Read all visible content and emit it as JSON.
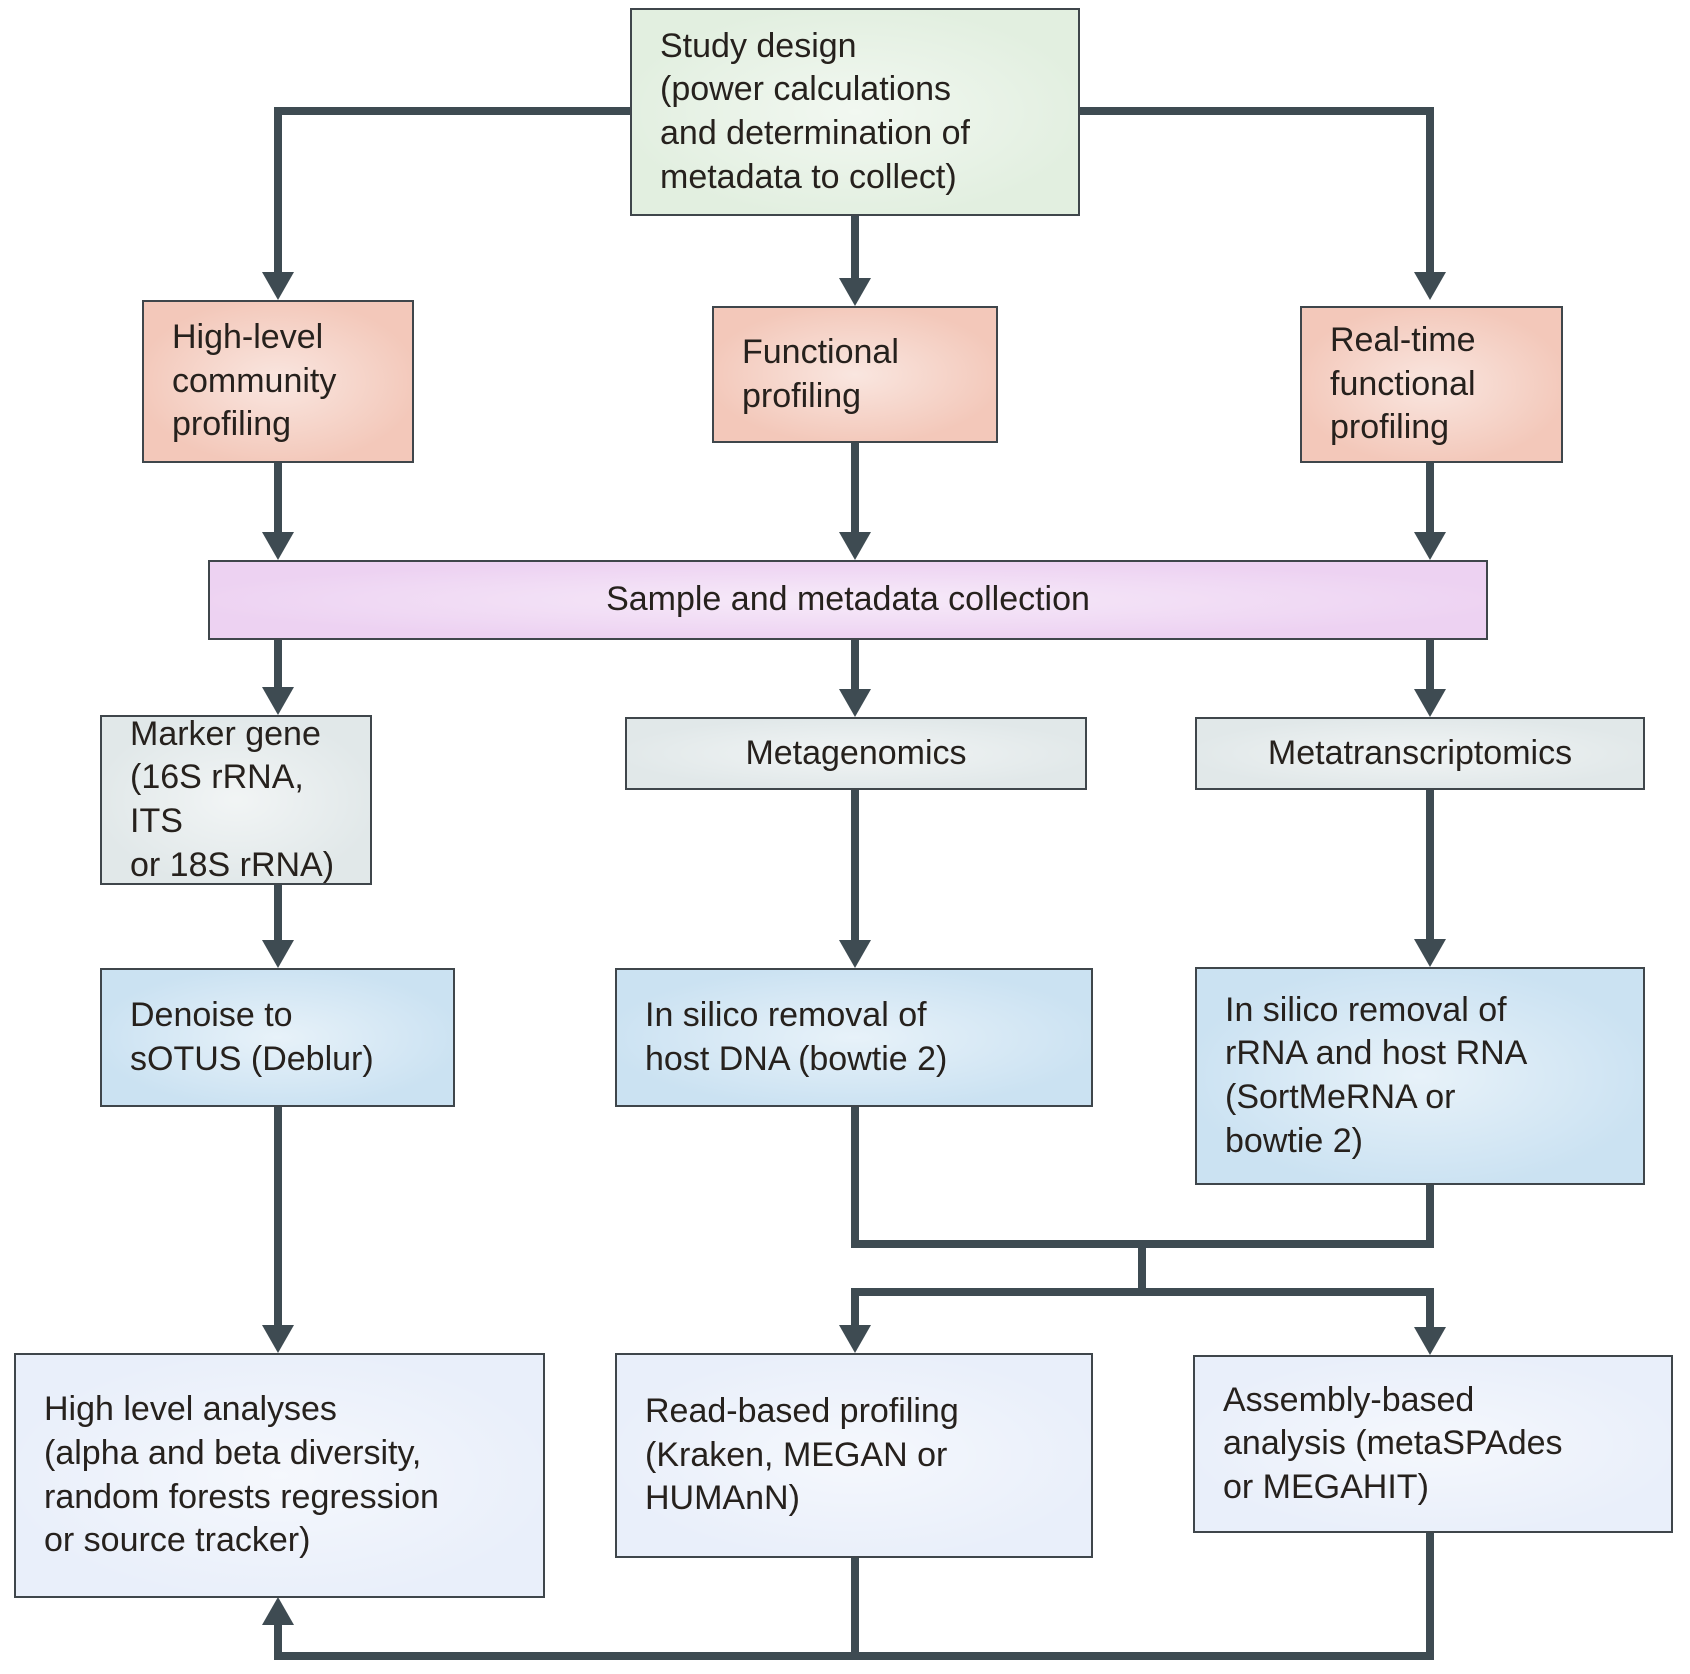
{
  "colors": {
    "line": "#3e4b52",
    "study_fill": "#e2efe0",
    "profiling_fill": "#f3c8ba",
    "collection_fill": "#edd2f2",
    "sequencing_fill": "#e1e8e9",
    "processing_fill": "#cbe2f2",
    "analysis_fill": "#e9effa"
  },
  "nodes": {
    "study_design": "Study design\n(power calculations\nand determination of\nmetadata to collect)",
    "high_level_profiling": "High-level\ncommunity\nprofiling",
    "functional_profiling": "Functional\nprofiling",
    "real_time_profiling": "Real-time\nfunctional\nprofiling",
    "sample_collection": "Sample and metadata collection",
    "marker_gene": "Marker gene\n(16S rRNA, ITS\nor 18S rRNA)",
    "metagenomics": "Metagenomics",
    "metatranscriptomics": "Metatranscriptomics",
    "denoise": "Denoise to\nsOTUS (Deblur)",
    "host_dna_removal": "In silico removal of\nhost DNA (bowtie 2)",
    "rrna_removal": "In silico removal of\nrRNA and host RNA\n(SortMeRNA or\nbowtie 2)",
    "high_level_analyses": "High level analyses\n(alpha and beta diversity,\nrandom forests regression\nor source tracker)",
    "read_based": "Read-based profiling\n(Kraken, MEGAN or\nHUMAnN)",
    "assembly_based": "Assembly-based\nanalysis (metaSPAdes\nor MEGAHIT)"
  }
}
